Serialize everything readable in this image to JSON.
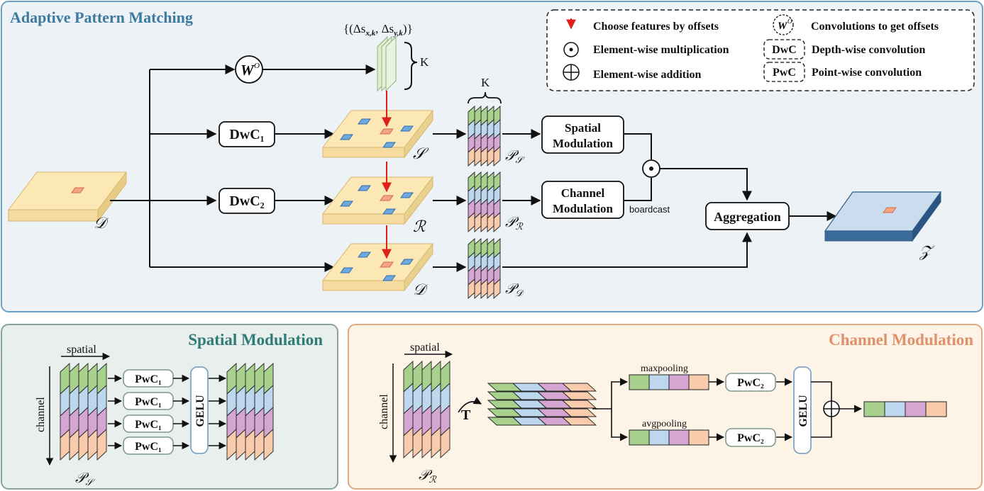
{
  "colors": {
    "top_panel_bg": "#edf2f7",
    "top_panel_border": "#6aa1c9",
    "top_title": "#3c7aa0",
    "spatial_panel_bg": "#e9efec",
    "spatial_panel_border": "#89a49a",
    "spatial_title": "#2e7b78",
    "channel_panel_bg": "#fdf3e6",
    "channel_panel_border": "#e3aa82",
    "channel_title": "#e0916a",
    "feature_map_fill": "#fbe8b5",
    "feature_map_side": "#e8d08f",
    "patch_blue": "#6fa8dc",
    "patch_red": "#f4a582",
    "arrow_red": "#e0201b",
    "stripe_green": "#a9d18e",
    "stripe_blue": "#bdd7ee",
    "stripe_purple": "#d5a6d1",
    "stripe_peach": "#f8cbad",
    "output_top": "#c9ddee",
    "output_side": "#2f5d8a"
  },
  "adaptive": {
    "title": "Adaptive Pattern Matching",
    "offsets_label": "{(Δs",
    "offsets_sub_x": "x,k",
    "offsets_mid": ", Δs",
    "offsets_sub_y": "y,k",
    "offsets_end": ")}",
    "k_label_brace": "K",
    "k_label_top": "K",
    "wo_main": "W",
    "wo_sup": "O",
    "dwc1": "DwC₁",
    "dwc2": "DwC₂",
    "S_label": "𝒮",
    "R_label": "ℛ",
    "D_label": "𝒟",
    "D_input_label": "𝒟",
    "Z_label": "𝒵",
    "P_main": "𝒫",
    "PS_sub": "𝒮",
    "PR_sub": "ℛ",
    "PD_sub": "𝒟",
    "spatial_mod_line1": "Spatial",
    "spatial_mod_line2": "Modulation",
    "channel_mod_line1": "Channel",
    "channel_mod_line2": "Modulation",
    "boardcast": "boardcast",
    "aggregation": "Aggregation"
  },
  "legend": {
    "choose": "Choose features by offsets",
    "conv_offsets": "Convolutions to get offsets",
    "mult": "Element-wise multiplication",
    "dwc_box": "DwC",
    "dwc_text": "Depth-wise convolution",
    "add": "Element-wise addition",
    "pwc_box": "PwC",
    "pwc_text": "Point-wise convolution",
    "wo_main": "W",
    "wo_sup": "O"
  },
  "spatial_panel": {
    "title": "Spatial Modulation",
    "spatial_label": "spatial",
    "channel_label": "channel",
    "pwc_labels": [
      "PwC₁",
      "PwC₁",
      "PwC₁",
      "PwC₁"
    ],
    "gelu": "GELU",
    "P_main": "𝒫",
    "P_sub": "𝒮"
  },
  "channel_panel": {
    "title": "Channel Modulation",
    "spatial_label": "spatial",
    "channel_label": "channel",
    "transpose": "T",
    "maxpooling": "maxpooling",
    "avgpooling": "avgpooling",
    "pwc_top": "PwC₂",
    "pwc_bottom": "PwC₂",
    "gelu": "GELU",
    "P_main": "𝒫",
    "P_sub": "ℛ"
  }
}
